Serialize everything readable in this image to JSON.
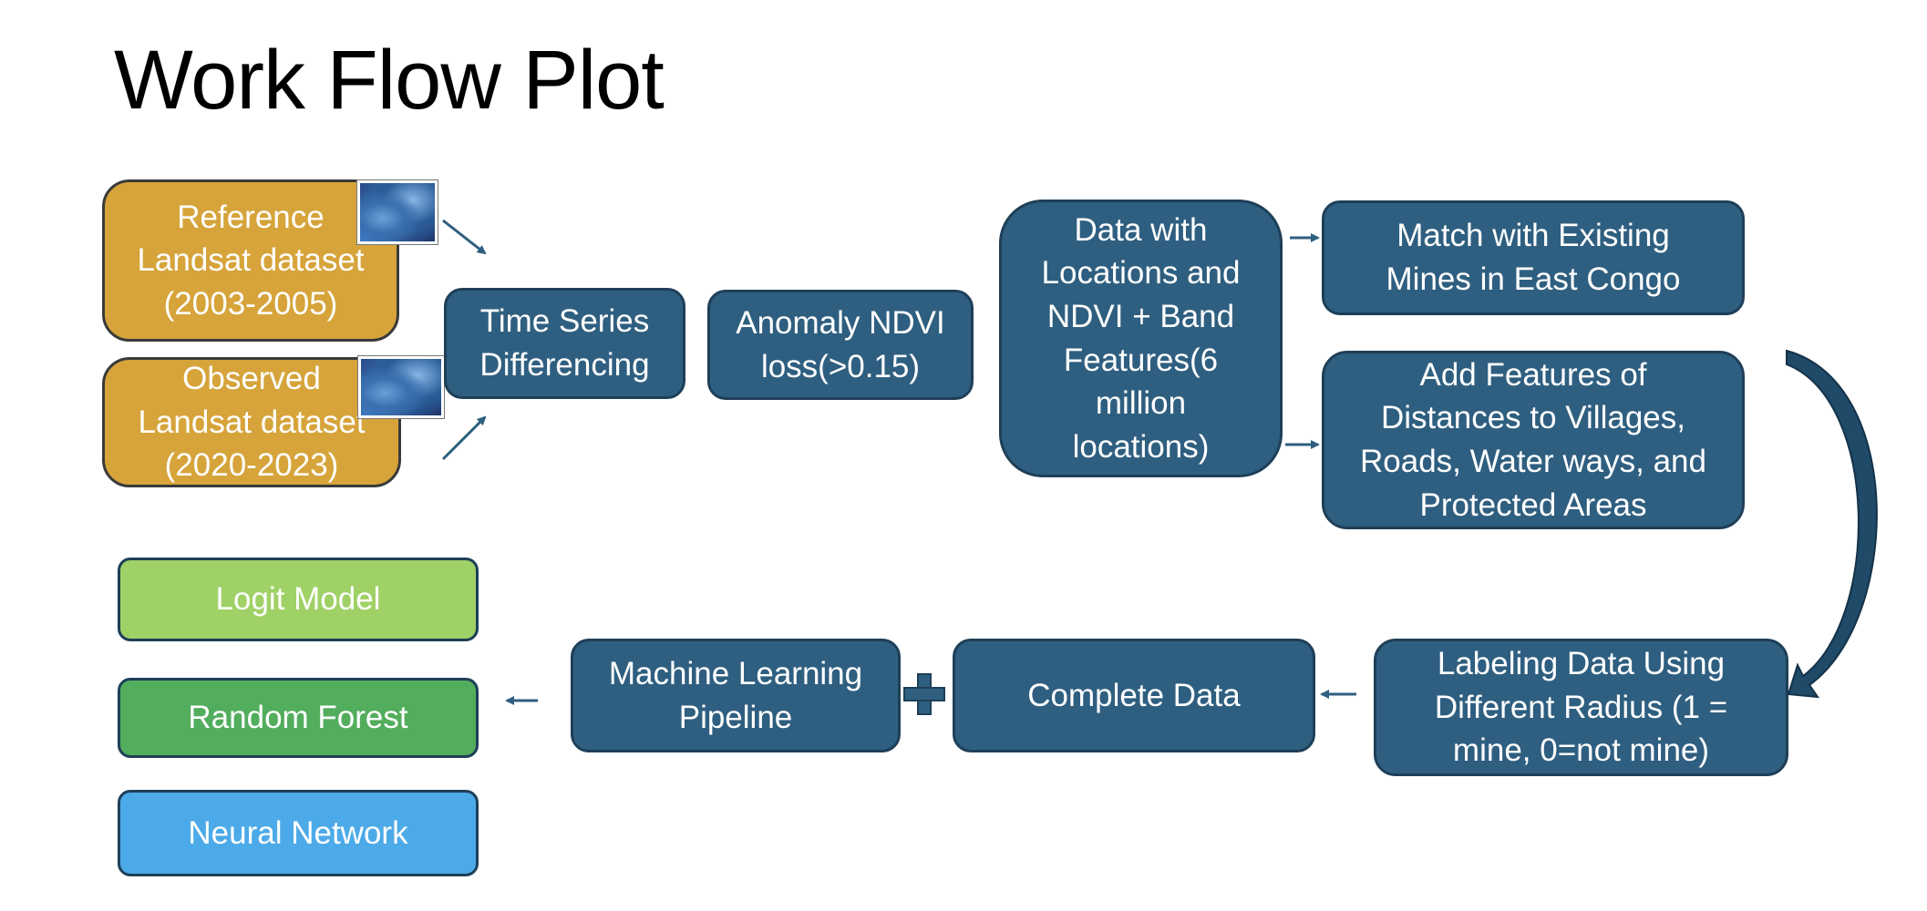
{
  "title": "Work Flow Plot",
  "boxes": {
    "reference": "Reference\nLandsat dataset\n(2003-2005)",
    "observed": "Observed\nLandsat dataset\n(2020-2023)",
    "time_series": "Time Series\nDifferencing",
    "anomaly": "Anomaly NDVI\nloss(>0.15)",
    "data_locations": "Data with\nLocations and\nNDVI + Band\nFeatures(6\nmillion\nlocations)",
    "match_mines": "Match with Existing\nMines in East Congo",
    "add_features": "Add Features of\nDistances to Villages,\nRoads, Water ways, and\nProtected Areas",
    "labeling": "Labeling Data Using\nDifferent Radius (1 =\nmine, 0=not mine)",
    "complete_data": "Complete Data",
    "ml_pipeline": "Machine Learning\nPipeline",
    "logit": "Logit Model",
    "random_forest": "Random Forest",
    "neural_network": "Neural Network"
  },
  "colors": {
    "node_blue": "#2f5f80",
    "dataset_gold": "#d6a43a",
    "logit_green": "#a0d166",
    "forest_green": "#52ad5d",
    "neural_blue": "#4daae8",
    "arrow": "#2f5f80"
  },
  "icons": {
    "satellite_image": "satellite-thumbnail-icon",
    "plus": "plus-icon"
  }
}
